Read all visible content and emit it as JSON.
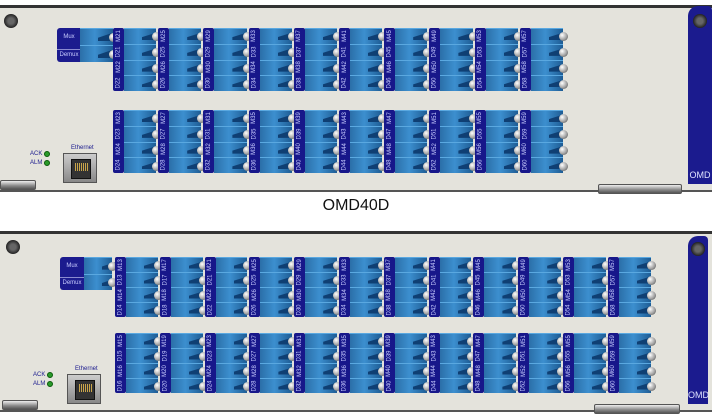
{
  "caption": "OMD40D",
  "colors": {
    "blue_label": "#1b1b8e",
    "connector": "#3c8fcf",
    "panel": "#e4e3dc",
    "led": "#2a9a2a"
  },
  "panels": [
    {
      "name": "omd40d-panel",
      "mux_label": "Mux",
      "demux_label": "Demux",
      "ethernet_label": "Ethernet",
      "ack_label": "ACK",
      "alm_label": "ALM",
      "strip_label": "OMD",
      "columns": [
        {
          "top": [
            "M21",
            "D21",
            "M22",
            "D22"
          ],
          "bottom": [
            "M23",
            "D23",
            "M24",
            "D24"
          ]
        },
        {
          "top": [
            "M25",
            "D25",
            "M26",
            "D26"
          ],
          "bottom": [
            "M27",
            "D27",
            "M28",
            "D28"
          ]
        },
        {
          "top": [
            "M29",
            "D29",
            "M30",
            "D30"
          ],
          "bottom": [
            "M31",
            "D31",
            "M32",
            "D32"
          ]
        },
        {
          "top": [
            "M33",
            "D33",
            "M34",
            "D34"
          ],
          "bottom": [
            "M35",
            "D35",
            "M36",
            "D36"
          ]
        },
        {
          "top": [
            "M37",
            "D37",
            "M38",
            "D38"
          ],
          "bottom": [
            "M39",
            "D39",
            "M40",
            "D40"
          ]
        },
        {
          "top": [
            "M41",
            "D41",
            "M42",
            "D42"
          ],
          "bottom": [
            "M43",
            "D43",
            "M44",
            "D44"
          ]
        },
        {
          "top": [
            "M45",
            "D45",
            "M46",
            "D46"
          ],
          "bottom": [
            "M47",
            "D47",
            "M48",
            "D48"
          ]
        },
        {
          "top": [
            "M49",
            "D49",
            "M50",
            "D50"
          ],
          "bottom": [
            "M51",
            "D51",
            "M52",
            "D52"
          ]
        },
        {
          "top": [
            "M53",
            "D53",
            "M54",
            "D54"
          ],
          "bottom": [
            "M55",
            "D55",
            "M56",
            "D56"
          ]
        },
        {
          "top": [
            "M57",
            "D57",
            "M58",
            "D58"
          ],
          "bottom": [
            "M59",
            "D59",
            "M60",
            "D60"
          ]
        }
      ]
    },
    {
      "name": "omd48d-panel",
      "mux_label": "Mux",
      "demux_label": "Demux",
      "ethernet_label": "Ethernet",
      "ack_label": "ACK",
      "alm_label": "ALM",
      "strip_label": "OMD",
      "columns": [
        {
          "top": [
            "M13",
            "D13",
            "M14",
            "D14"
          ],
          "bottom": [
            "M15",
            "D15",
            "M16",
            "D16"
          ]
        },
        {
          "top": [
            "M17",
            "D17",
            "M18",
            "D18"
          ],
          "bottom": [
            "M19",
            "D19",
            "M20",
            "D20"
          ]
        },
        {
          "top": [
            "M21",
            "D21",
            "M22",
            "D22"
          ],
          "bottom": [
            "M23",
            "D23",
            "M24",
            "D24"
          ]
        },
        {
          "top": [
            "M25",
            "D25",
            "M26",
            "D26"
          ],
          "bottom": [
            "M27",
            "D27",
            "M28",
            "D28"
          ]
        },
        {
          "top": [
            "M29",
            "D29",
            "M30",
            "D30"
          ],
          "bottom": [
            "M31",
            "D31",
            "M32",
            "D32"
          ]
        },
        {
          "top": [
            "M33",
            "D33",
            "M34",
            "D34"
          ],
          "bottom": [
            "M35",
            "D35",
            "M36",
            "D36"
          ]
        },
        {
          "top": [
            "M37",
            "D37",
            "M38",
            "D38"
          ],
          "bottom": [
            "M39",
            "D39",
            "M40",
            "D40"
          ]
        },
        {
          "top": [
            "M41",
            "D41",
            "M42",
            "D42"
          ],
          "bottom": [
            "M43",
            "D43",
            "M44",
            "D44"
          ]
        },
        {
          "top": [
            "M45",
            "D45",
            "M46",
            "D46"
          ],
          "bottom": [
            "M47",
            "D47",
            "M48",
            "D48"
          ]
        },
        {
          "top": [
            "M49",
            "D49",
            "M50",
            "D50"
          ],
          "bottom": [
            "M51",
            "D51",
            "M52",
            "D52"
          ]
        },
        {
          "top": [
            "M53",
            "D53",
            "M54",
            "D54"
          ],
          "bottom": [
            "M55",
            "D55",
            "M56",
            "D56"
          ]
        },
        {
          "top": [
            "M57",
            "D57",
            "M58",
            "D58"
          ],
          "bottom": [
            "M59",
            "D59",
            "M60",
            "D60"
          ]
        }
      ]
    }
  ]
}
